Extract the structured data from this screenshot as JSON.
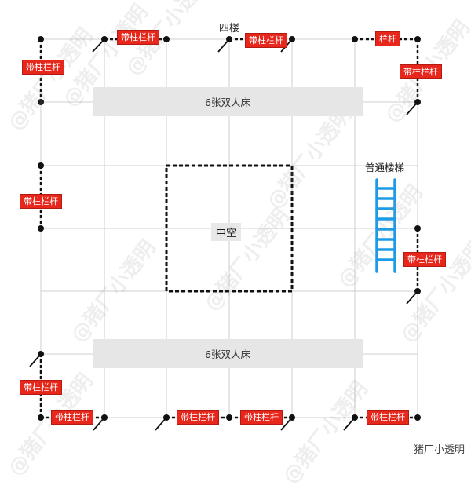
{
  "floor_title": "四楼",
  "beds_top": "6张双人床",
  "beds_bottom": "6张双人床",
  "center_label": "中空",
  "stairs_label": "普通楼梯",
  "labels": {
    "top_left": "带柱栏杆",
    "top_mid1": "带柱栏杆",
    "top_mid2": "带柱栏杆",
    "top_right": "栏杆",
    "right_top": "带柱栏杆",
    "left_mid": "带柱栏杆",
    "right_mid": "带柱栏杆",
    "left_bottom": "带柱栏杆",
    "bottom_left": "带柱栏杆",
    "bottom_mid1": "带柱栏杆",
    "bottom_mid2": "带柱栏杆",
    "bottom_right": "带柱栏杆"
  },
  "watermark": "@猪厂小透明",
  "credit": "猪厂小透明",
  "colors": {
    "label_bg": "#e8271c",
    "stairs": "#1e9be6",
    "grid": "#cfcfcf"
  }
}
